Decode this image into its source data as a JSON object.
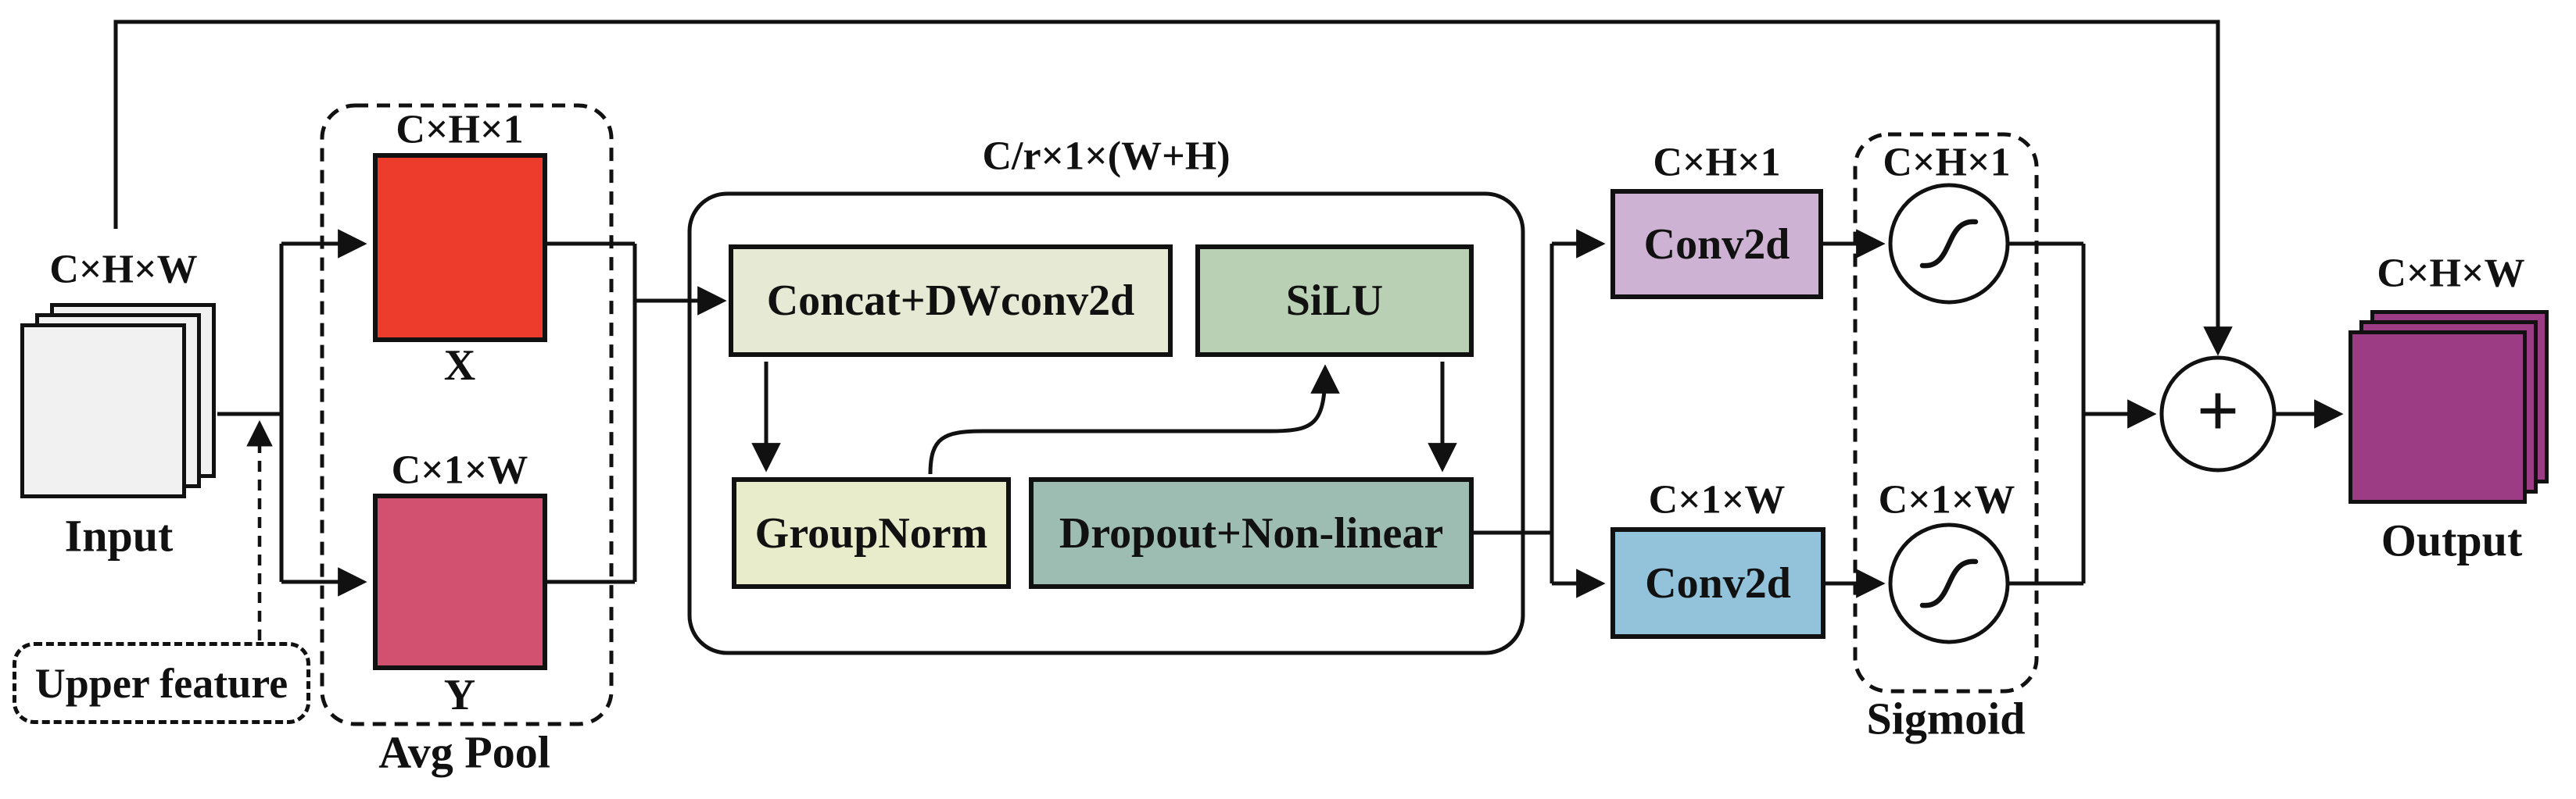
{
  "input": {
    "dim": "C×H×W",
    "label": "Input"
  },
  "upper_feature": {
    "label": "Upper feature"
  },
  "avg_pool": {
    "box_label": "Avg Pool",
    "x_dim": "C×H×1",
    "x_label": "X",
    "y_dim": "C×1×W",
    "y_label": "Y"
  },
  "bottleneck": {
    "dim": "C/r×1×(W+H)",
    "concat_label": "Concat+DWconv2d",
    "silu_label": "SiLU",
    "groupnorm_label": "GroupNorm",
    "dropout_label": "Dropout+Non-linear"
  },
  "conv_top": {
    "dim": "C×H×1",
    "label": "Conv2d"
  },
  "conv_bottom": {
    "dim": "C×1×W",
    "label": "Conv2d"
  },
  "sigmoid": {
    "box_label": "Sigmoid",
    "top_dim": "C×H×1",
    "bottom_dim": "C×1×W"
  },
  "add": {
    "symbol": "+"
  },
  "output": {
    "dim": "C×H×W",
    "label": "Output"
  },
  "palette": {
    "x_block": "#ed3c2c",
    "y_block": "#d25170",
    "input_tensor": "#f1f1f1",
    "output_tensor": "#9b3c85",
    "concat": "#e6e9d3",
    "silu": "#b9d0b4",
    "groupnorm": "#e9ecca",
    "dropout": "#9dbdb2",
    "conv_top": "#cdb2d4",
    "conv_bottom": "#92c3da",
    "line": "#111111"
  }
}
